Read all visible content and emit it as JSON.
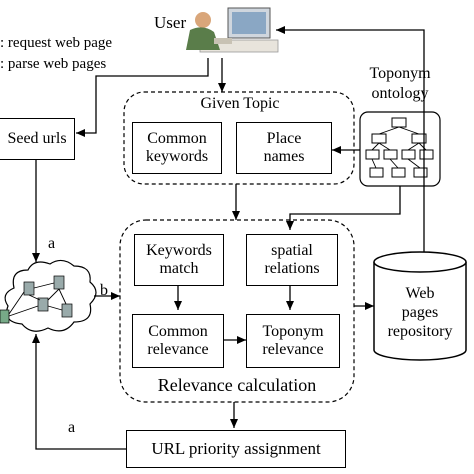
{
  "user": {
    "label": "User"
  },
  "legend": {
    "line1": ": request web page",
    "line2": ": parse web pages"
  },
  "toponym_ontology": {
    "label_line1": "Toponym",
    "label_line2": "ontology"
  },
  "given_topic": {
    "label": "Given Topic",
    "common_keywords": [
      "Common",
      "keywords"
    ],
    "place_names": [
      "Place",
      "names"
    ]
  },
  "seed_urls": {
    "label": "Seed urls"
  },
  "relevance": {
    "label": "Relevance calculation",
    "keywords_match": [
      "Keywords",
      "match"
    ],
    "spatial_relations": [
      "spatial",
      "relations"
    ],
    "common_relevance": [
      "Common",
      "relevance"
    ],
    "toponym_relevance": [
      "Toponym",
      "relevance"
    ]
  },
  "repository": {
    "label": [
      "Web",
      "pages",
      "repository"
    ]
  },
  "url_priority": {
    "label": "URL priority assignment"
  },
  "edge_labels": {
    "a_top": "a",
    "a_bottom": "a",
    "b": "b"
  }
}
